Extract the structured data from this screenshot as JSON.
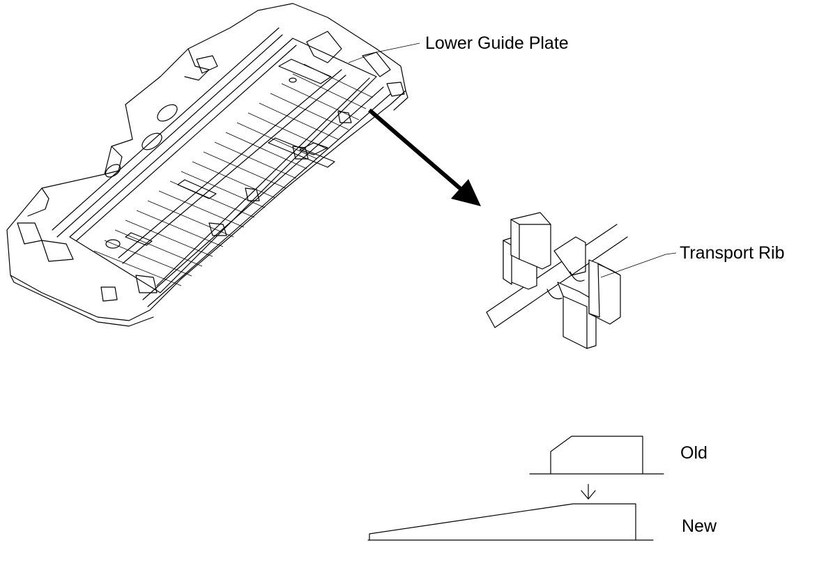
{
  "labels": {
    "lower_guide_plate": "Lower Guide Plate",
    "transport_rib": "Transport Rib",
    "old": "Old",
    "new": "New"
  },
  "colors": {
    "line": "#000000",
    "background": "#ffffff"
  },
  "icons": {
    "pointer_arrow": "bold-arrow-down-right-icon",
    "change_arrow": "arrow-down-icon"
  }
}
